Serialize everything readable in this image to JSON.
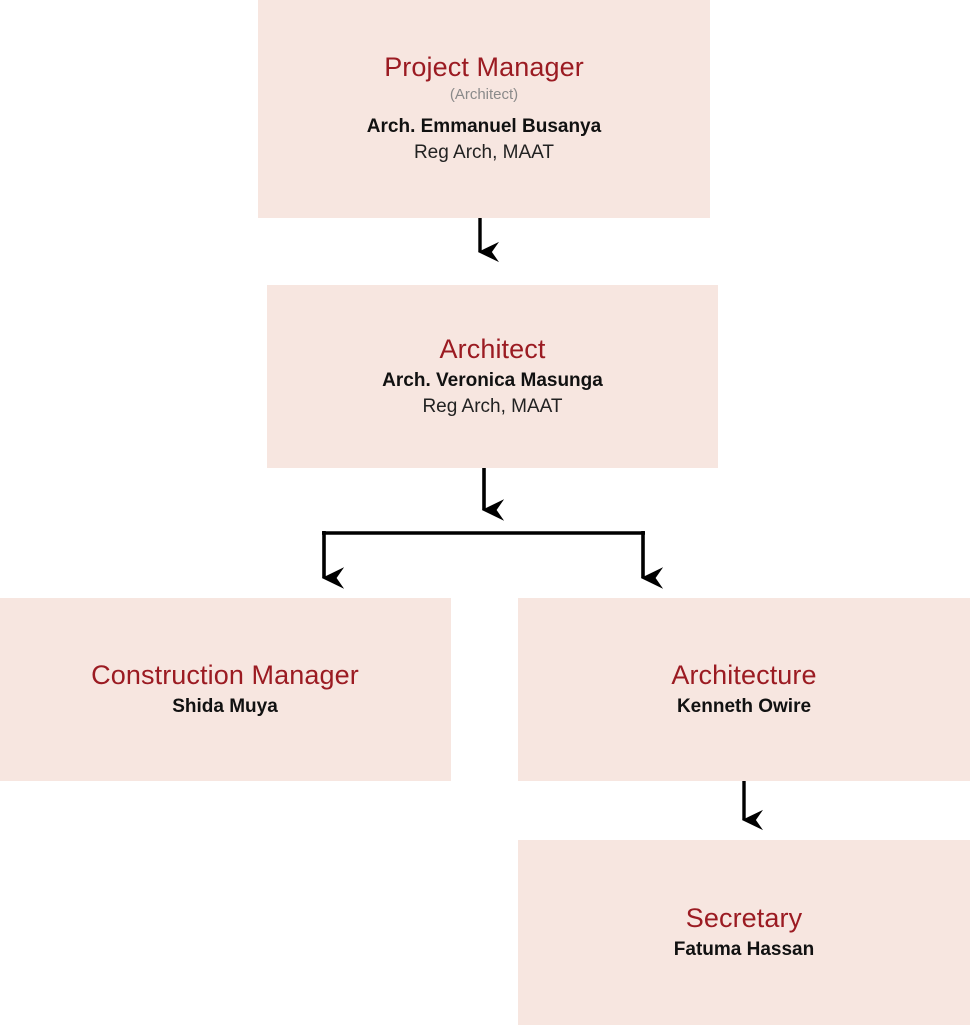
{
  "chart": {
    "type": "org-chart",
    "background_color": "#ffffff",
    "node_fill_color": "#f7e6e0",
    "title_color": "#9b1b22",
    "subtitle_color": "#8a8a8a",
    "person_color": "#111111",
    "connector_color": "#000000"
  },
  "nodes": [
    {
      "id": "project-manager",
      "title": "Project Manager",
      "subtitle": "(Architect)",
      "person": "Arch. Emmanuel Busanya",
      "credential": "Reg Arch, MAAT"
    },
    {
      "id": "architect",
      "title": "Architect",
      "person": "Arch. Veronica Masunga",
      "credential": "Reg Arch, MAAT"
    },
    {
      "id": "construction-manager",
      "title": "Construction Manager",
      "person": "Shida Muya"
    },
    {
      "id": "architecture",
      "title": "Architecture",
      "person": "Kenneth Owire"
    },
    {
      "id": "secretary",
      "title": "Secretary",
      "person": "Fatuma Hassan"
    }
  ],
  "connectors": [
    {
      "id": "project-manager-to-architect",
      "from": "project-manager",
      "to": "architect",
      "style": "straight-arrow"
    },
    {
      "id": "architect-to-construction-manager",
      "from": "architect",
      "to": "construction-manager",
      "style": "branch-arrow"
    },
    {
      "id": "architect-to-architecture",
      "from": "architect",
      "to": "architecture",
      "style": "branch-arrow"
    },
    {
      "id": "architect-center-stub",
      "from": "architect",
      "to": "branch-bar",
      "style": "straight-arrow"
    },
    {
      "id": "architecture-to-secretary",
      "from": "architecture",
      "to": "secretary",
      "style": "straight-arrow"
    }
  ]
}
